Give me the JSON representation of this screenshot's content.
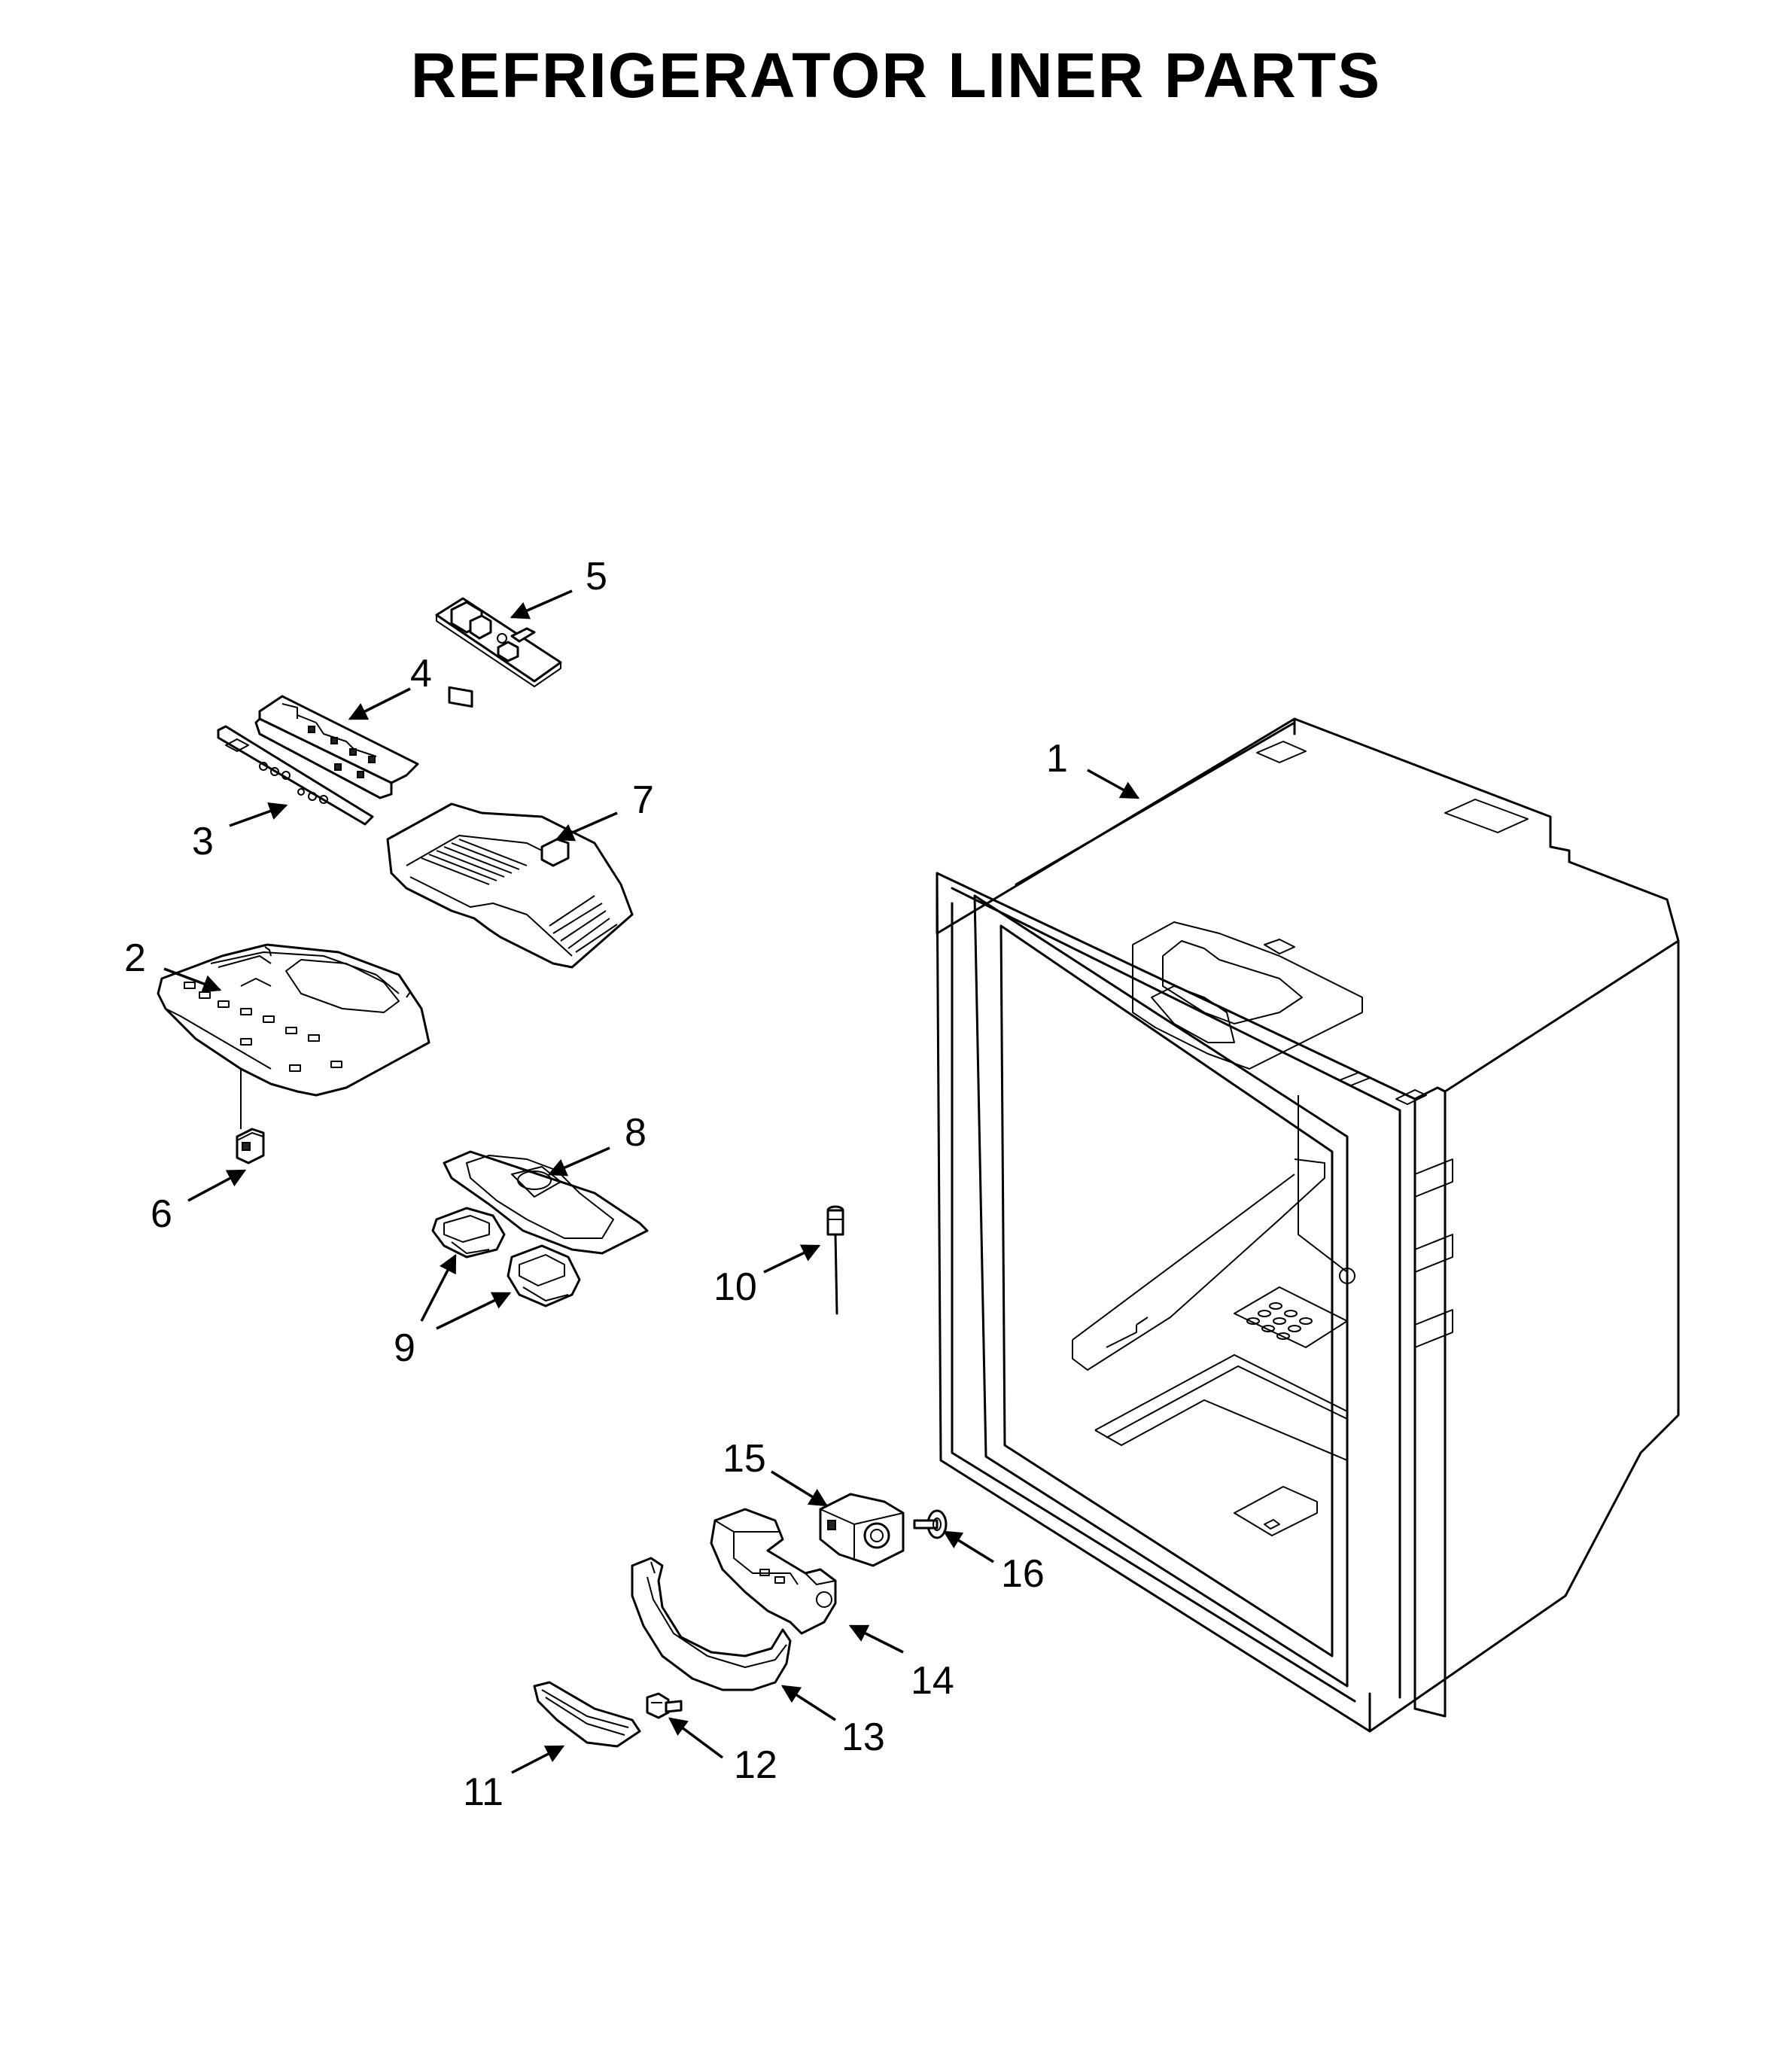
{
  "title": "REFRIGERATOR LINER PARTS",
  "callouts": [
    {
      "id": "1",
      "label": "1"
    },
    {
      "id": "2",
      "label": "2"
    },
    {
      "id": "3",
      "label": "3"
    },
    {
      "id": "4",
      "label": "4"
    },
    {
      "id": "5",
      "label": "5"
    },
    {
      "id": "6",
      "label": "6"
    },
    {
      "id": "7",
      "label": "7"
    },
    {
      "id": "8",
      "label": "8"
    },
    {
      "id": "9",
      "label": "9"
    },
    {
      "id": "10",
      "label": "10"
    },
    {
      "id": "11",
      "label": "11"
    },
    {
      "id": "12",
      "label": "12"
    },
    {
      "id": "13",
      "label": "13"
    },
    {
      "id": "14",
      "label": "14"
    },
    {
      "id": "15",
      "label": "15"
    },
    {
      "id": "16",
      "label": "16"
    }
  ]
}
